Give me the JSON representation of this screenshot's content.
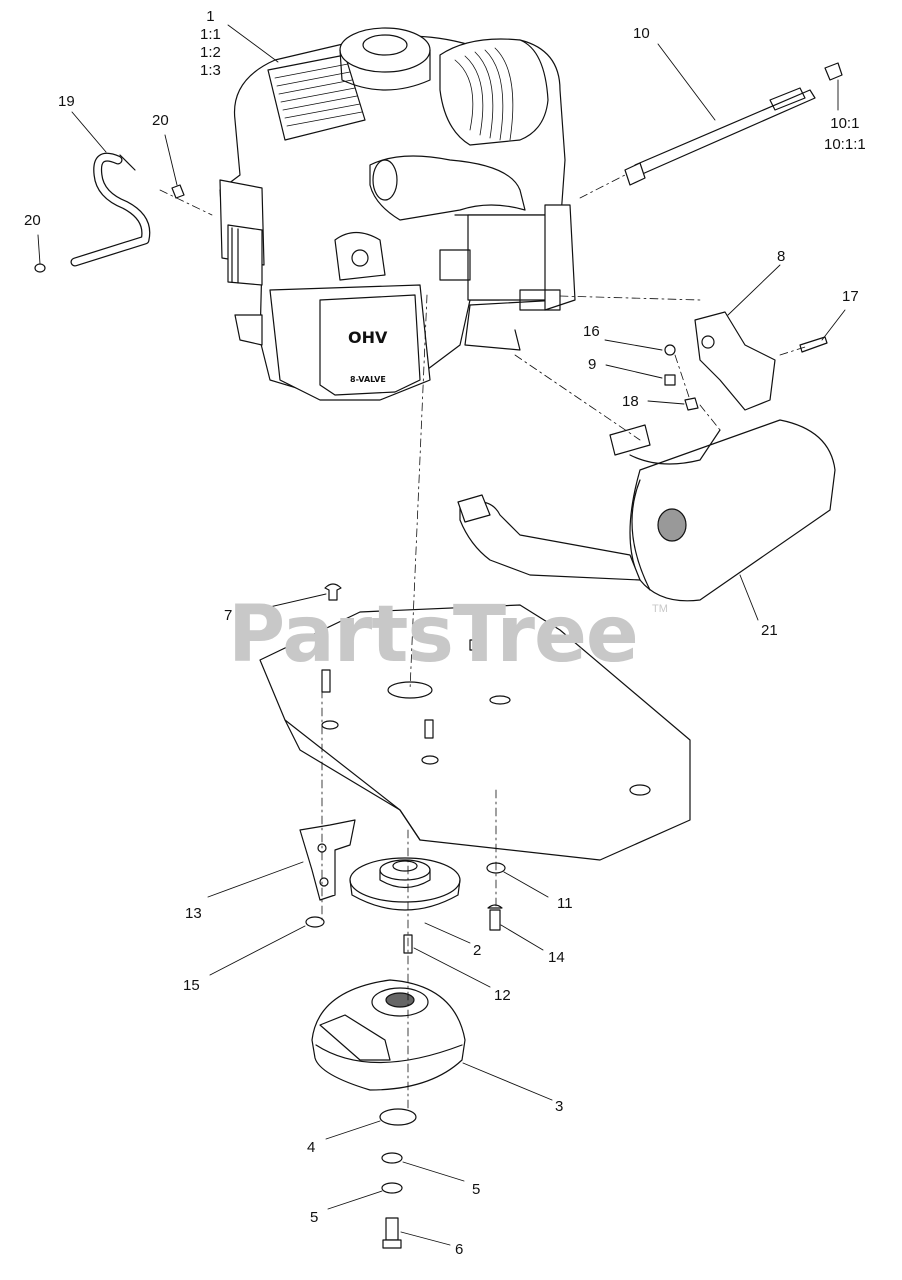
{
  "watermark": {
    "text": "PartsTree",
    "tm": "TM"
  },
  "engine_marks": {
    "ohv": "OHV",
    "valve": "8-VALVE"
  },
  "callouts": {
    "c1": [
      "1",
      "1:1",
      "1:2",
      "1:3"
    ],
    "c2": "2",
    "c3": "3",
    "c4": "4",
    "c5a": "5",
    "c5b": "5",
    "c6": "6",
    "c7": "7",
    "c8": "8",
    "c9": "9",
    "c10": "10",
    "c10sub": [
      "10:1",
      "10:1:1"
    ],
    "c11": "11",
    "c12": "12",
    "c13": "13",
    "c14": "14",
    "c15": "15",
    "c16": "16",
    "c17": "17",
    "c18": "18",
    "c19": "19",
    "c20a": "20",
    "c20b": "20",
    "c21": "21"
  }
}
